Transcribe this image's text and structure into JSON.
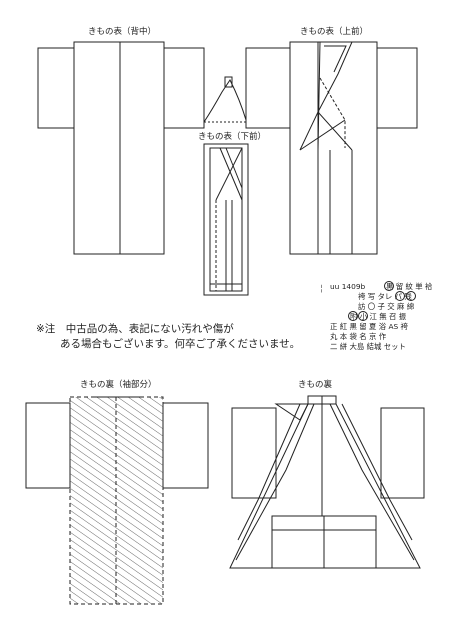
{
  "diagrams": {
    "back": {
      "label": "きもの表（背中）"
    },
    "front_upper": {
      "label": "きもの表（上前）"
    },
    "front_lower": {
      "label": "きもの表（下前）"
    },
    "sleeve_lining": {
      "label": "きもの裏（袖部分）"
    },
    "lining": {
      "label": "きもの裏"
    }
  },
  "notice": {
    "line1": "※注　中古品の為、表記にない汚れや傷が",
    "line2": "ある場合もございます。何卒ご了承くださいませ。"
  },
  "code_table": {
    "product_code": "uu 1409b",
    "rows": [
      "黒 留 紋 単 袷",
      "袴 写 タレ パ 残",
      "訪 〇 子 交 麻 綿",
      "附 小 江 無 召 振",
      "正 紅 黒 留 夏 浴 AS 袴",
      "丸 本 袋 名 京 作",
      "二 絣 大島 結城 セット"
    ]
  },
  "colors": {
    "line": "#222222",
    "paper": "#ffffff",
    "hatch": "#444444"
  }
}
